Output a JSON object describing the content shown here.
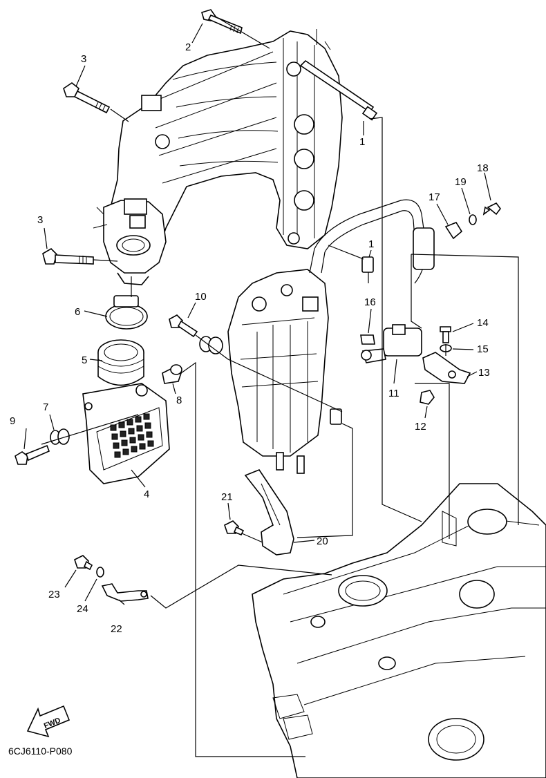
{
  "figure_code": "6CJ6110-P080",
  "fwd_label": "FWD",
  "callouts": [
    {
      "id": "c1a",
      "number": "1"
    },
    {
      "id": "c1b",
      "number": "1"
    },
    {
      "id": "c2",
      "number": "2"
    },
    {
      "id": "c3a",
      "number": "3"
    },
    {
      "id": "c3b",
      "number": "3"
    },
    {
      "id": "c4",
      "number": "4"
    },
    {
      "id": "c5",
      "number": "5"
    },
    {
      "id": "c6",
      "number": "6"
    },
    {
      "id": "c7",
      "number": "7"
    },
    {
      "id": "c8",
      "number": "8"
    },
    {
      "id": "c9",
      "number": "9"
    },
    {
      "id": "c10",
      "number": "10"
    },
    {
      "id": "c11",
      "number": "11"
    },
    {
      "id": "c12",
      "number": "12"
    },
    {
      "id": "c13",
      "number": "13"
    },
    {
      "id": "c14",
      "number": "14"
    },
    {
      "id": "c15",
      "number": "15"
    },
    {
      "id": "c16",
      "number": "16"
    },
    {
      "id": "c17",
      "number": "17"
    },
    {
      "id": "c18",
      "number": "18"
    },
    {
      "id": "c19",
      "number": "19"
    },
    {
      "id": "c20",
      "number": "20"
    },
    {
      "id": "c21",
      "number": "21"
    },
    {
      "id": "c22",
      "number": "22"
    },
    {
      "id": "c23",
      "number": "23"
    },
    {
      "id": "c24",
      "number": "24"
    }
  ]
}
